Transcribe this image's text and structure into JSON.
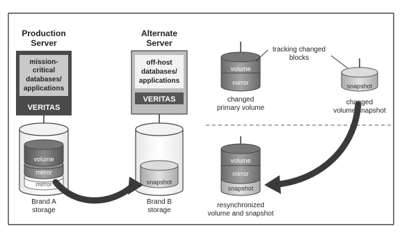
{
  "production": {
    "title_line1": "Production",
    "title_line2": "Server",
    "app_lines": [
      "mission-",
      "critical",
      "databases/",
      "applications"
    ],
    "vendor": "VERITAS",
    "disk_layers": [
      "volume",
      "mirror",
      "mirror"
    ],
    "storage_line1": "Brand A",
    "storage_line2": "storage"
  },
  "alternate": {
    "title_line1": "Alternate",
    "title_line2": "Server",
    "app_lines": [
      "off-host",
      "databases/",
      "applications"
    ],
    "vendor": "VERITAS",
    "disk_layers": [
      "snapshot"
    ],
    "storage_line1": "Brand B",
    "storage_line2": "storage"
  },
  "tracking": {
    "label_line1": "tracking changed",
    "label_line2": "blocks"
  },
  "changed_primary": {
    "disk_layers": [
      "volume",
      "mirror"
    ],
    "label_line1": "changed",
    "label_line2": "primary volume"
  },
  "changed_snapshot": {
    "disk_layers": [
      "snapshot"
    ],
    "label_line1": "changed",
    "label_line2": "volume snapshot"
  },
  "resync": {
    "disk_layers": [
      "volume",
      "mirror",
      "snapshot"
    ],
    "label_line1": "resynchronized",
    "label_line2": "volume and snapshot"
  },
  "colors": {
    "dark_box": "#4a4a4a",
    "light_box": "#bdbdbd",
    "disk_dark": "#7a7a7a",
    "disk_mid": "#9a9a9a",
    "disk_light": "#d4d4d4",
    "arrow": "#3a3a3a"
  }
}
